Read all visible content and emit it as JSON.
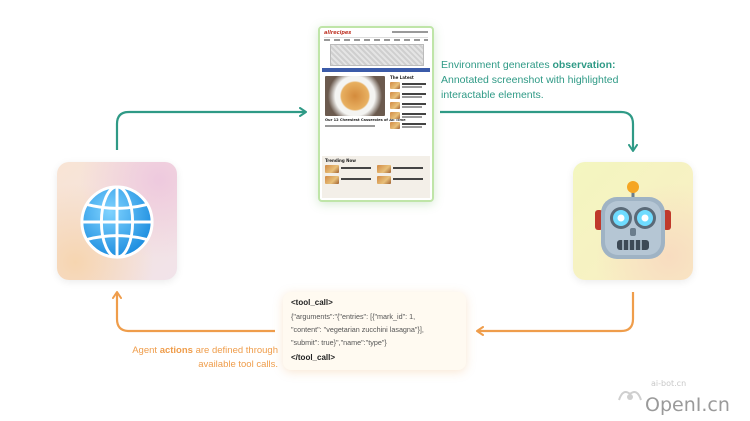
{
  "observation": {
    "prefix": "Environment generates ",
    "bold": "observation:",
    "rest": "Annotated screenshot with highlighted interactable elements."
  },
  "action": {
    "prefix": "Agent ",
    "bold": "actions",
    "rest": " are defined through available tool calls."
  },
  "tool_call": {
    "open_tag": "<tool_call>",
    "lines": [
      "{\"arguments\":\"{\"entries\": [{\"mark_id\": 1,",
      "\"content\": \"vegetarian zucchini lasagna\"}],",
      "\"submit\": true}\",\"name\":\"type\"}"
    ],
    "close_tag": "</tool_call>"
  },
  "screenshot": {
    "logo": "allrecipes",
    "hero_caption": "Our 12 Cheesiest Casseroles of All Time",
    "sidebar_heading": "The Latest",
    "trending_heading": "Trending Now"
  },
  "watermark": {
    "small": "ai-bot.cn",
    "big": "OpenI.cn"
  },
  "colors": {
    "teal": "#2f9a86",
    "orange": "#ef9d4b",
    "green_border": "#bfe5a8"
  },
  "icons": {
    "environment": "globe-icon",
    "agent": "robot-icon"
  }
}
